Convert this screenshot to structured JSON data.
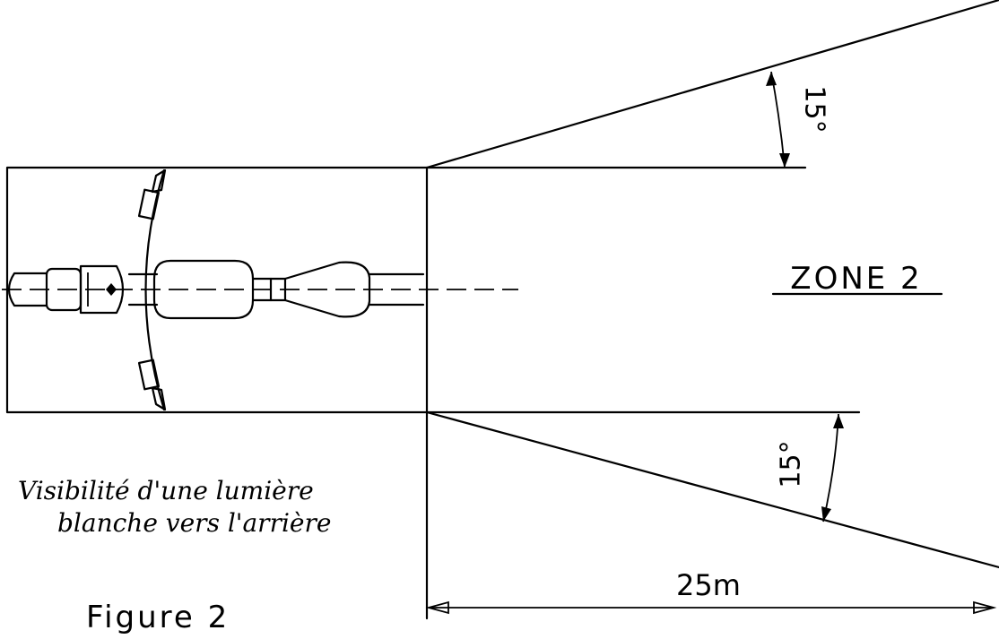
{
  "zone_label": "ZONE 2",
  "angle_top": "15°",
  "angle_bottom": "15°",
  "distance_label": "25m",
  "caption_line1": "Visibilité d'une lumière",
  "caption_line2": "blanche vers l'arrière",
  "figure_label": "Figure 2"
}
